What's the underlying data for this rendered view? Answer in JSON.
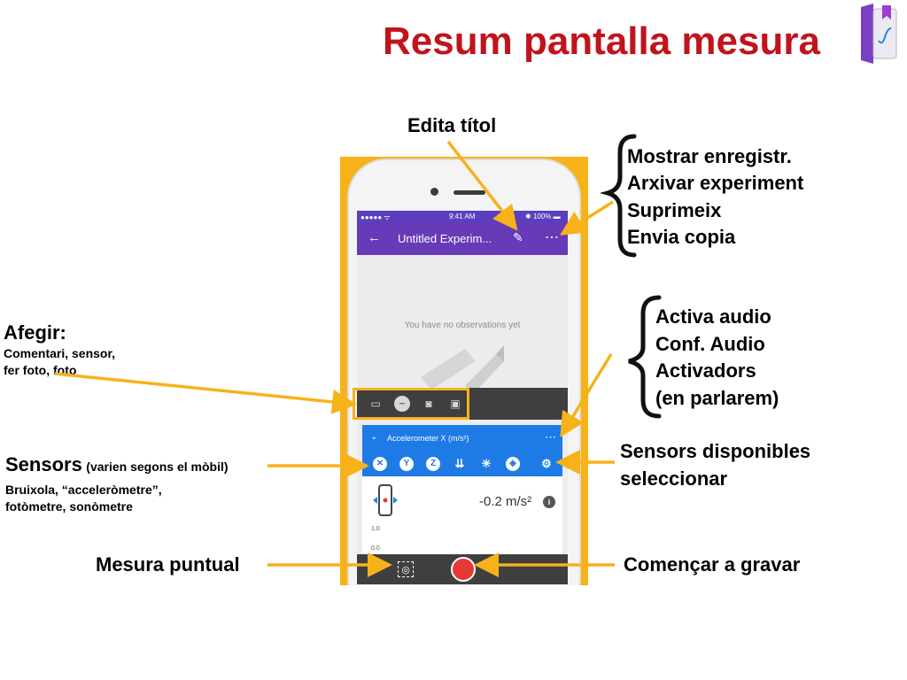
{
  "slide": {
    "title": "Resum pantalla mesura",
    "title_color": "#c0141c",
    "accent_color": "#f7b21a"
  },
  "callouts": {
    "edit_title": "Edita títol",
    "menu_items": [
      "Mostrar enregistr.",
      "Arxivar experiment",
      "Suprimeix",
      "Envia copia"
    ],
    "audio_items": [
      "Activa audio",
      "Conf. Audio",
      "Activadors",
      "(en parlarem)"
    ],
    "add_heading": "Afegir:",
    "add_detail_lines": [
      "Comentari, sensor,",
      "fer foto, foto"
    ],
    "sensors_heading": "Sensors",
    "sensors_note": "(varien segons el mòbil)",
    "sensors_detail_lines": [
      "Bruixola, “acceleròmetre”,",
      "fotòmetre, sonòmetre"
    ],
    "available_sensors_lines": [
      "Sensors disponibles",
      "seleccionar"
    ],
    "single_measure": "Mesura puntual",
    "start_recording": "Començar a gravar"
  },
  "phone": {
    "status_left": "●●●●● ᯤ",
    "status_time": "9:41 AM",
    "status_right": "✱ 100% ▬",
    "app_title": "Untitled Experim...",
    "empty_message": "You have no observations yet",
    "sensor_name": "Accelerometer X (m/s²)",
    "reading_value": "-0.2 m/s²",
    "y_ticks": [
      "1.0",
      "0.0"
    ],
    "app_bar_color": "#673ab7",
    "sensor_bar_color": "#1e7be6",
    "record_color": "#e53935"
  }
}
